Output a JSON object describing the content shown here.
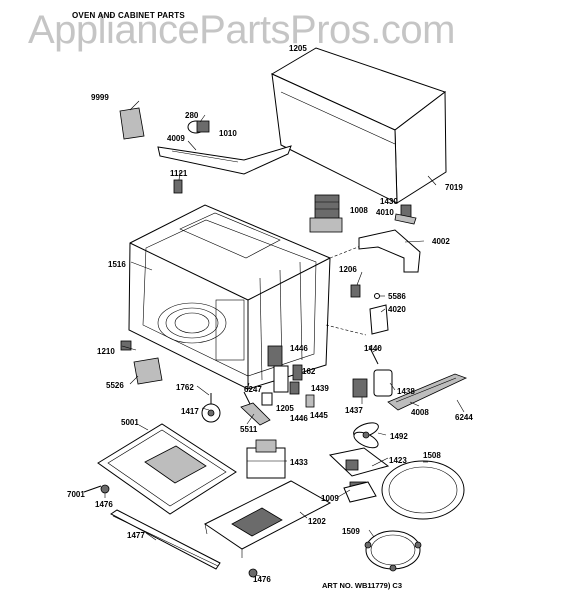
{
  "header": {
    "section_title": "OVEN AND CABINET PARTS"
  },
  "watermark": {
    "text": "AppliancePartsPros.com"
  },
  "footer": {
    "art_number": "ART NO. WB11779) C3"
  },
  "part_numbers": [
    "9999",
    "280",
    "1010",
    "4009",
    "1121",
    "1516",
    "1210",
    "5526",
    "1762",
    "1417",
    "5001",
    "7001",
    "1476",
    "1477",
    "1205",
    "7019",
    "1430",
    "4010",
    "1008",
    "4002",
    "1206",
    "5586",
    "4020",
    "1446",
    "162",
    "1439",
    "1445",
    "1440",
    "1438",
    "1437",
    "4008",
    "6244",
    "6247",
    "5511",
    "1492",
    "1433",
    "1423",
    "1508",
    "1009",
    "1202",
    "1509"
  ]
}
